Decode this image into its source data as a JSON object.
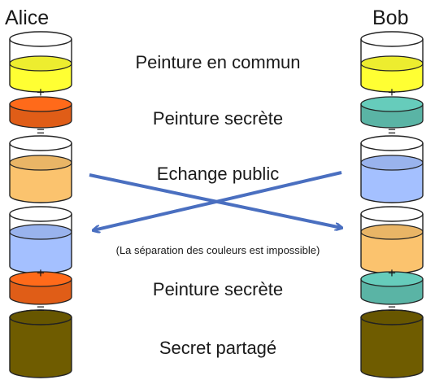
{
  "participants": {
    "left": "Alice",
    "right": "Bob"
  },
  "steps": {
    "common_paint": "Peinture en commun",
    "secret_paint_1": "Peinture secrète",
    "public_exchange": "Echange public",
    "separation_note": "(La séparation des couleurs est impossible)",
    "secret_paint_2": "Peinture secrète",
    "shared_secret": "Secret partagé"
  },
  "operators": {
    "plus": "+",
    "equals": "="
  },
  "colors": {
    "common": "#ffff33",
    "alice_secret": "#ff6a1a",
    "bob_secret": "#66ccbb",
    "alice_mix": "#fbc36e",
    "bob_mix": "#a4c0ff",
    "shared": "#6f5c00",
    "arrow": "#4a6fc0"
  }
}
